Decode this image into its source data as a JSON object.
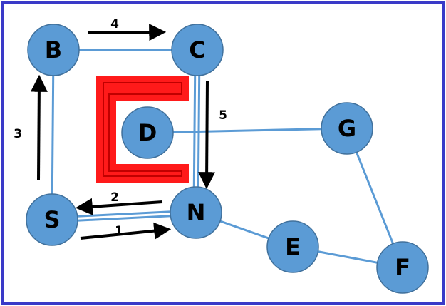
{
  "colors": {
    "border": "#3a3ac8",
    "node_fill": "#5b9bd5",
    "node_stroke": "#41719c",
    "edge": "#5b9bd5",
    "arrow": "#000000",
    "obstacle": "#ff1a1a",
    "obstacle_dark": "#c00000"
  },
  "nodes": [
    {
      "id": "B",
      "label": "B"
    },
    {
      "id": "C",
      "label": "C"
    },
    {
      "id": "D",
      "label": "D"
    },
    {
      "id": "G",
      "label": "G"
    },
    {
      "id": "S",
      "label": "S"
    },
    {
      "id": "N",
      "label": "N"
    },
    {
      "id": "E",
      "label": "E"
    },
    {
      "id": "F",
      "label": "F"
    }
  ],
  "edges": [
    {
      "from": "B",
      "to": "C"
    },
    {
      "from": "B",
      "to": "S"
    },
    {
      "from": "C",
      "to": "N"
    },
    {
      "from": "S",
      "to": "N"
    },
    {
      "from": "D",
      "to": "G"
    },
    {
      "from": "G",
      "to": "F"
    },
    {
      "from": "N",
      "to": "E"
    },
    {
      "from": "E",
      "to": "F"
    }
  ],
  "path_arrows": [
    {
      "label": "1",
      "from": "S",
      "to": "N"
    },
    {
      "label": "2",
      "from": "N",
      "to": "S"
    },
    {
      "label": "3",
      "from": "S",
      "to": "B"
    },
    {
      "label": "4",
      "from": "B",
      "to": "C"
    },
    {
      "label": "5",
      "from": "C",
      "to": "N"
    }
  ]
}
